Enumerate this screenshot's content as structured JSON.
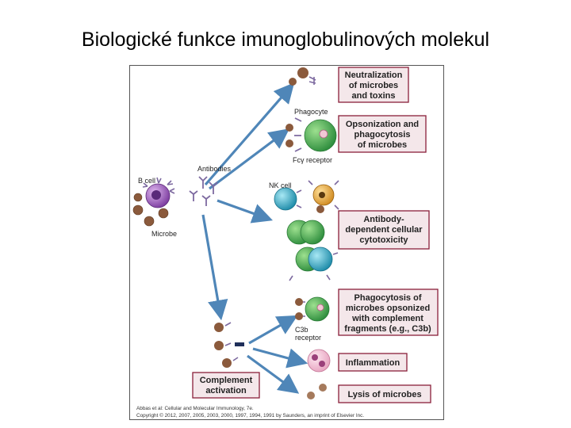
{
  "title": "Biologické funkce imunoglobulinových molekul",
  "labels": {
    "b_cell": "B cell",
    "antibodies": "Antibodies",
    "microbe": "Microbe",
    "phagocyte": "Phagocyte",
    "fc_receptor": "Fcγ receptor",
    "nk_cell": "NK cell",
    "c3b": "C3b",
    "receptor": "receptor"
  },
  "boxes": {
    "neutralization": [
      "Neutralization",
      "of microbes",
      "and toxins"
    ],
    "opsonization": [
      "Opsonization and",
      "phagocytosis",
      "of microbes"
    ],
    "adcc": [
      "Antibody-",
      "dependent cellular",
      "cytotoxicity"
    ],
    "phagocytosis_c3b": [
      "Phagocytosis of",
      "microbes opsonized",
      "with complement",
      "fragments (e.g., C3b)"
    ],
    "inflammation": [
      "Inflammation"
    ],
    "lysis": [
      "Lysis of microbes"
    ],
    "complement": [
      "Complement",
      "activation"
    ]
  },
  "citation": [
    "Abbas et al: Cellular and Molecular Immunology, 7e.",
    "Copyright © 2012, 2007, 2005, 2003, 2000, 1997, 1994, 1991 by Saunders, an imprint of Elsevier Inc."
  ],
  "colors": {
    "box_fill": "#f4e7ea",
    "box_border": "#8a1f3a",
    "arrow": "#4f86b8",
    "b_cell": "#8e4fb0",
    "phagocyte": "#3aa34a",
    "nk_cell": "#2aa5c0",
    "microbe": "#8b5a3c",
    "target_cell": "#e5a43a",
    "antibody": "#7d6aa0"
  }
}
